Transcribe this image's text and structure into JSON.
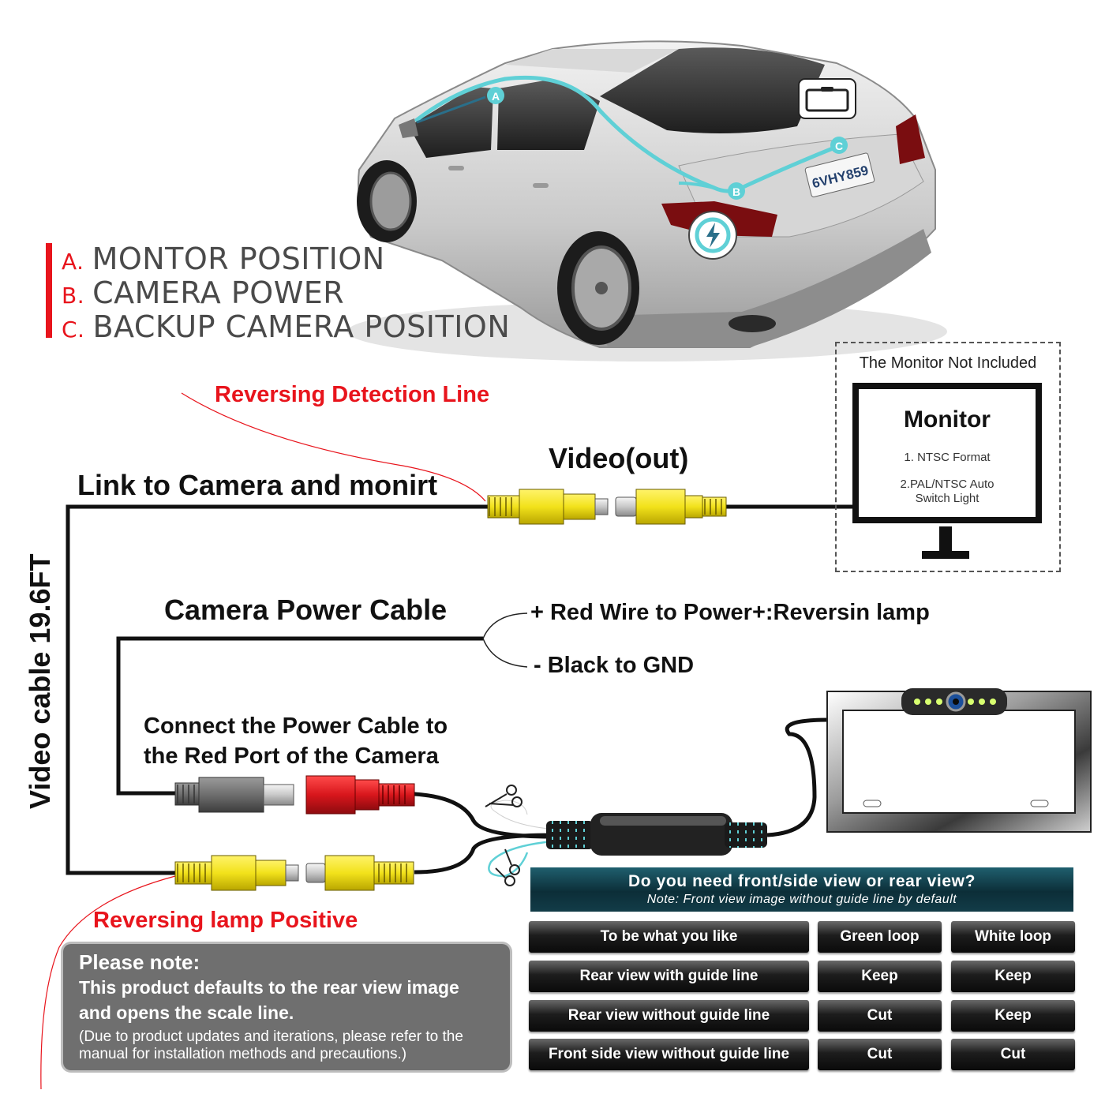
{
  "legend": [
    {
      "letter": "A.",
      "text": "MONTOR POSITION"
    },
    {
      "letter": "B.",
      "text": "CAMERA POWER"
    },
    {
      "letter": "C.",
      "text": "BACKUP CAMERA POSITION"
    }
  ],
  "car_markers": {
    "a": "A",
    "b": "B",
    "c": "C"
  },
  "license_plate": "6VHY859",
  "labels": {
    "reversing_detection": "Reversing Detection Line",
    "video_out": "Video(out)",
    "link_camera": "Link to Camera and monirt",
    "video_cable": "Video cable 19.6FT",
    "camera_power_cable": "Camera Power Cable",
    "red_wire": "+ Red Wire to Power+:Reversin lamp",
    "black_wire": "- Black to GND",
    "connect_line1": "Connect the Power Cable to",
    "connect_line2": "the Red Port of the Camera",
    "reversing_lamp": "Reversing lamp Positive"
  },
  "monitor": {
    "caption": "The Monitor Not Included",
    "title": "Monitor",
    "feature1": "1. NTSC Format",
    "feature2_line1": "2.PAL/NTSC Auto",
    "feature2_line2": "Switch Light"
  },
  "note": {
    "title": "Please note:",
    "body": "This product defaults to the rear view image and opens the scale line.",
    "small": "(Due to product updates and iterations, please refer to the manual for installation methods and precautions.)"
  },
  "table": {
    "title": "Do you need front/side view or rear view?",
    "subtitle": "Note: Front view image without guide line by default",
    "header": [
      "To be what you like",
      "Green loop",
      "White loop"
    ],
    "rows": [
      [
        "Rear view with guide line",
        "Keep",
        "Keep"
      ],
      [
        "Rear view without guide line",
        "Cut",
        "Keep"
      ],
      [
        "Front side view without guide line",
        "Cut",
        "Cut"
      ]
    ]
  },
  "colors": {
    "accent_red": "#e8141c",
    "rca_yellow": "#f2e21b",
    "power_red": "#d8161c",
    "guide_cyan": "#5fd0d6"
  }
}
